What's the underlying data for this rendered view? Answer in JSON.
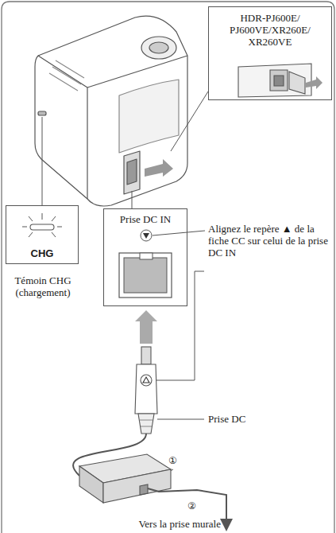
{
  "diagram": {
    "nodes": [
      {
        "text": [
          "HDR-PJ600E/ PJ600VE/XR260E/ XR260VE"
        ]
      },
      {
        "text": [
          "CHG",
          "Témoin CHG (chargement)"
        ]
      },
      {
        "text": [
          "Prise DC IN"
        ]
      }
    ],
    "labels": [
      "Alignez le repère ▲ de la fiche CC sur celui de la prise DC IN",
      "Prise DC",
      "①",
      "②",
      "Vers la prise murale"
    ]
  }
}
